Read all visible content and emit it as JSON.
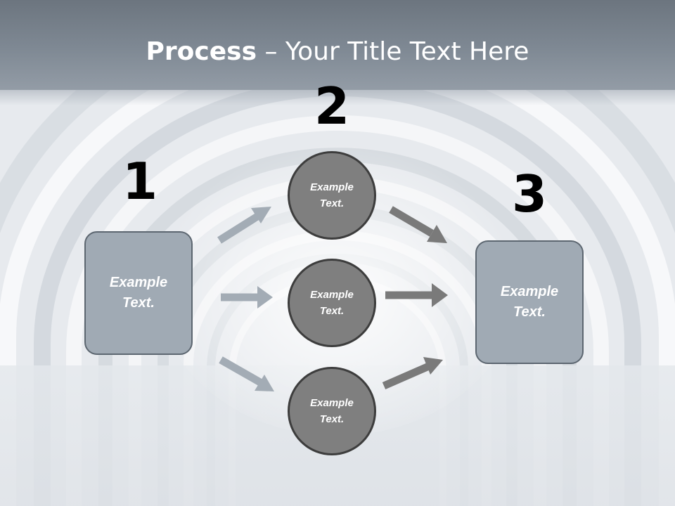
{
  "title": {
    "bold": "Process",
    "rest": " – Your Title Text Here"
  },
  "steps": {
    "one": {
      "number": "1",
      "text": "Example Text."
    },
    "two": {
      "number": "2",
      "circles": [
        {
          "text": "Example Text."
        },
        {
          "text": "Example Text."
        },
        {
          "text": "Example Text."
        }
      ]
    },
    "three": {
      "number": "3",
      "text": "Example Text."
    }
  },
  "colors": {
    "box_fill": "#a0aab4",
    "circle_fill": "#7f7f7f",
    "arrow_light": "#a3acb5",
    "arrow_dark": "#7a7a7a",
    "header": "#7f8994"
  }
}
